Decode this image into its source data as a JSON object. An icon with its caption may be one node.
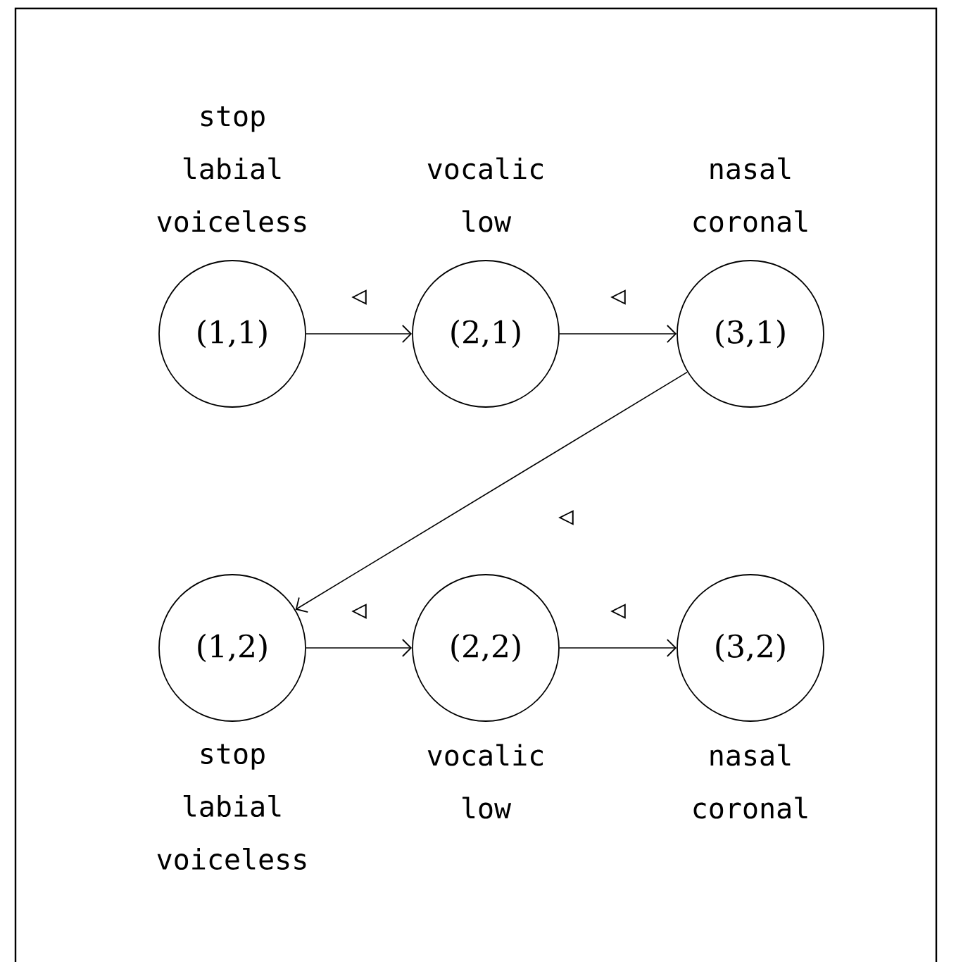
{
  "diagram": {
    "nodes": [
      {
        "text": [
          "(1,1)"
        ],
        "beside": [
          "stop labial voiceless"
        ]
      },
      {
        "text": [
          "(2,1)"
        ],
        "beside": [
          "vocalic low"
        ]
      },
      {
        "text": [
          "(3,1)"
        ],
        "beside": [
          "nasal coronal"
        ]
      },
      {
        "text": [
          "(1,2)"
        ],
        "beside": [
          "stop labial voiceless"
        ]
      },
      {
        "text": [
          "(2,2)"
        ],
        "beside": [
          "vocalic low"
        ]
      },
      {
        "text": [
          "(3,2)"
        ],
        "beside": [
          "nasal coronal"
        ]
      }
    ],
    "edges": [
      {
        "from": 0,
        "to": 1,
        "arrow": "to",
        "label": "◁"
      },
      {
        "from": 1,
        "to": 2,
        "arrow": "to",
        "label": "◁"
      },
      {
        "from": 2,
        "to": 3,
        "arrow": "to",
        "label": "◁"
      },
      {
        "from": 3,
        "to": 4,
        "arrow": "to",
        "label": "◁"
      },
      {
        "from": 4,
        "to": 5,
        "arrow": "to",
        "label": "◁"
      }
    ]
  }
}
